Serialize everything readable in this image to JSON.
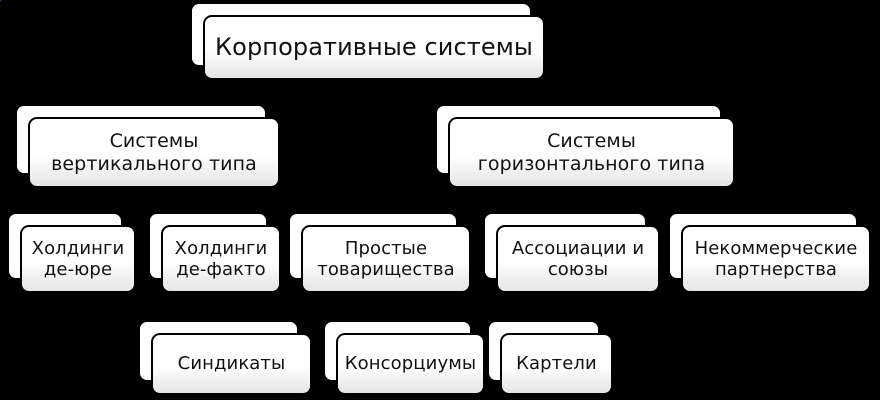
{
  "diagram": {
    "title": "Корпоративные системы",
    "accent_color": "#1f3864",
    "box_border_color": "#000000",
    "box_fill_top": "#ffffff",
    "box_fill_bottom": "#e6e6e6",
    "background_color": "#000000",
    "nodes": [
      {
        "id": "root",
        "label": "Корпоративные системы",
        "level": 0
      },
      {
        "id": "vertical",
        "label": "Системы\nвертикального типа",
        "level": 1
      },
      {
        "id": "horizontal",
        "label": "Системы\nгоризонтального типа",
        "level": 1
      },
      {
        "id": "holding-de-jure",
        "label": "Холдинги\nде-юре",
        "level": 2
      },
      {
        "id": "holding-de-facto",
        "label": "Холдинги\nде-факто",
        "level": 2
      },
      {
        "id": "simple-partnerships",
        "label": "Простые\nтоварищества",
        "level": 2
      },
      {
        "id": "associations-unions",
        "label": "Ассоциации и\nсоюзы",
        "level": 2
      },
      {
        "id": "noncommercial-partnerships",
        "label": "Некоммерческие\nпартнерства",
        "level": 2
      },
      {
        "id": "syndicates",
        "label": "Синдикаты",
        "level": 3
      },
      {
        "id": "consortiums",
        "label": "Консорциумы",
        "level": 3
      },
      {
        "id": "cartels",
        "label": "Картели",
        "level": 3
      }
    ],
    "edges": [
      {
        "from": "root",
        "to": "vertical"
      },
      {
        "from": "root",
        "to": "horizontal"
      },
      {
        "from": "vertical",
        "to": "holding-de-jure"
      },
      {
        "from": "vertical",
        "to": "holding-de-facto"
      },
      {
        "from": "horizontal",
        "to": "simple-partnerships"
      },
      {
        "from": "horizontal",
        "to": "associations-unions"
      },
      {
        "from": "horizontal",
        "to": "noncommercial-partnerships"
      },
      {
        "from": "simple-partnerships",
        "to": "syndicates"
      },
      {
        "from": "simple-partnerships",
        "to": "consortiums"
      },
      {
        "from": "simple-partnerships",
        "to": "cartels"
      }
    ]
  }
}
